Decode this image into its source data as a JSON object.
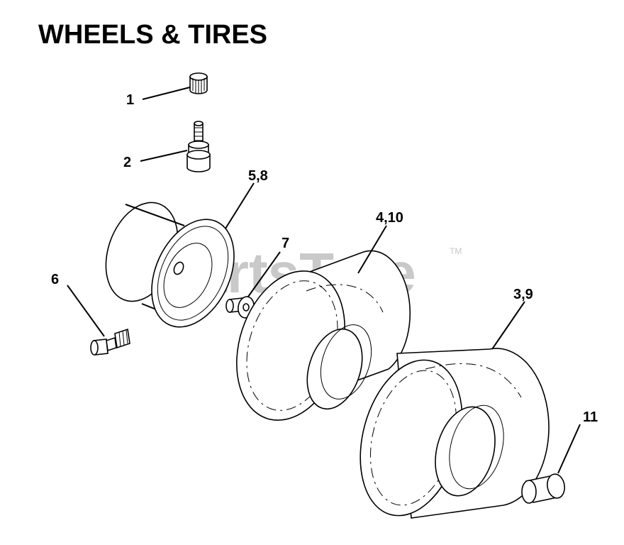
{
  "title": "WHEELS & TIRES",
  "watermark": {
    "text": "PartsTree",
    "tm": "TM",
    "color": "#c9c9c9"
  },
  "callouts": {
    "c1": "1",
    "c2": "2",
    "c58": "5,8",
    "c7": "7",
    "c6": "6",
    "c410": "4,10",
    "c39": "3,9",
    "c11": "11"
  },
  "parts": [
    "valve-cap",
    "valve-stem",
    "wheel-rim",
    "spacer-washer",
    "grease-fitting",
    "front-tire",
    "rear-tire",
    "bearing"
  ]
}
